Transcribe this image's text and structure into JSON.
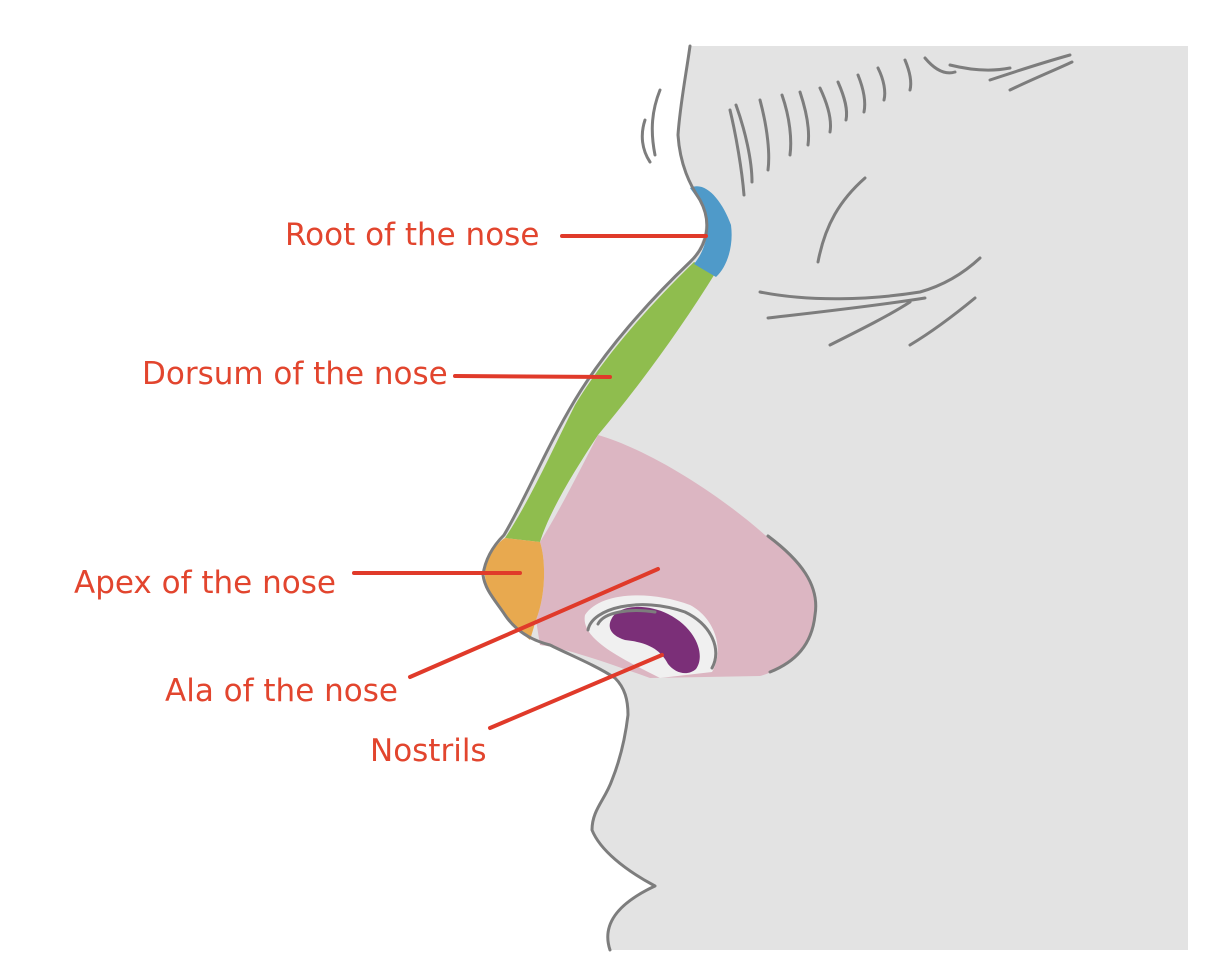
{
  "labels": {
    "root": "Root of the nose",
    "dorsum": "Dorsum of the nose",
    "apex": "Apex of the nose",
    "ala": "Ala of the nose",
    "nostrils": "Nostrils"
  },
  "colors": {
    "label_text": "#e2452e",
    "leader_line": "#e03a2a",
    "skin": "#e3e3e3",
    "outline": "#7d7d7d",
    "root_region": "#4f9ac9",
    "dorsum_region": "#8fbd4e",
    "apex_region": "#e8a94f",
    "ala_region": "#dcb6c2",
    "nostril_region": "#7b2f78"
  }
}
